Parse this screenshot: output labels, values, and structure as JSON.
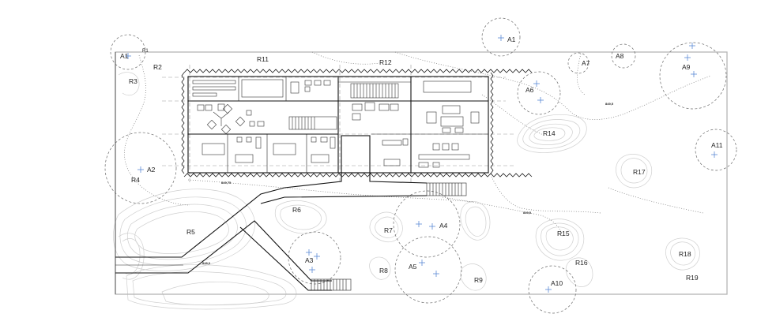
{
  "labels": {
    "A1_left": "A1",
    "R1": "R1",
    "R2": "R2",
    "R3": "R3",
    "R11": "R11",
    "R12": "R12",
    "A1_top": "A1",
    "A7": "A7",
    "A8": "A8",
    "A9": "A9",
    "A6": "A6",
    "R14": "R14",
    "A11": "A11",
    "R17": "R17",
    "A2": "A2",
    "R4": "R4",
    "R6": "R6",
    "R5": "R5",
    "R7": "R7",
    "A4": "A4",
    "A3": "A3",
    "R8": "R8",
    "A5": "A5",
    "R9": "R9",
    "R15": "R15",
    "R16": "R16",
    "A10": "A10",
    "R18": "R18",
    "R19": "R19"
  },
  "elevations": {
    "e1": "849,5",
    "e2": "849,75",
    "e3": "849,5",
    "e4": "848,0"
  },
  "colors": {
    "tree_marker": "#5b8ad6",
    "boundary": "#b5b5b5",
    "contour": "#cfcfcf"
  }
}
